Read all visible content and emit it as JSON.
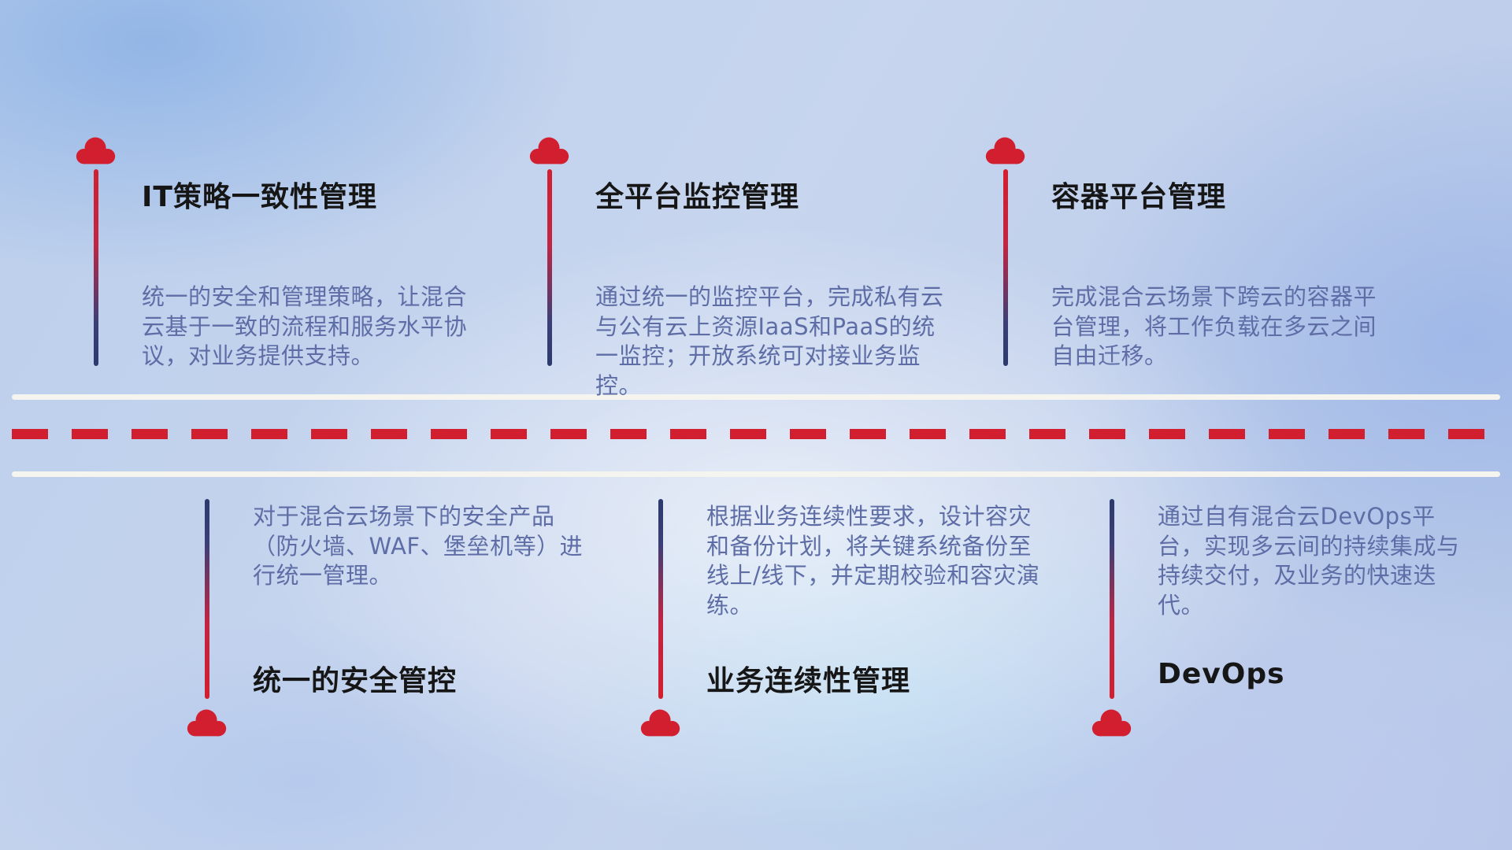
{
  "colors": {
    "accent_red": "#d21f2f",
    "line_navy": "#2c3a6e",
    "title_text": "#161616",
    "body_text": "#5e6da6",
    "road_white": "#f6f4ef"
  },
  "icons": {
    "cloud": "cloud-icon"
  },
  "items_top": [
    {
      "title": "IT策略一致性管理",
      "description": "统一的安全和管理策略，让混合云基于一致的流程和服务水平协议，对业务提供支持。"
    },
    {
      "title": "全平台监控管理",
      "description": "通过统一的监控平台，完成私有云与公有云上资源IaaS和PaaS的统一监控；开放系统可对接业务监控。"
    },
    {
      "title": "容器平台管理",
      "description": "完成混合云场景下跨云的容器平台管理，将工作负载在多云之间自由迁移。"
    }
  ],
  "items_bottom": [
    {
      "title": "统一的安全管控",
      "description": "对于混合云场景下的安全产品（防火墙、WAF、堡垒机等）进行统一管理。"
    },
    {
      "title": "业务连续性管理",
      "description": "根据业务连续性要求，设计容灾和备份计划，将关键系统备份至线上/线下，并定期校验和容灾演练。"
    },
    {
      "title": "DevOps",
      "description": "通过自有混合云DevOps平台，实现多云间的持续集成与持续交付，及业务的快速迭代。"
    }
  ]
}
